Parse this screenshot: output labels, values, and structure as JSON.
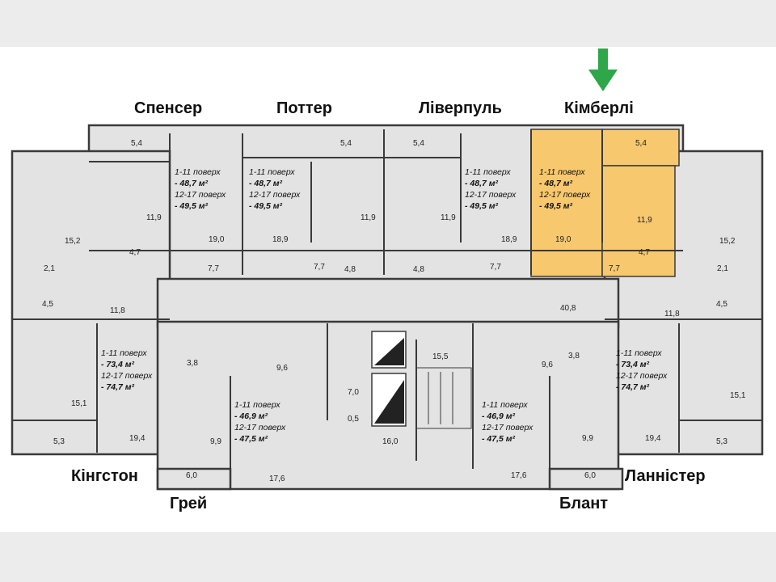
{
  "colors": {
    "highlight": "#f7c86e",
    "arrow": "#2ea64a",
    "wall": "#3a3a3a",
    "floor": "#e3e3e3",
    "background": "#ececec"
  },
  "icons": {
    "arrow": "down-arrow-icon"
  },
  "apartments": {
    "spenser": {
      "name": "Спенсер",
      "floors1": "1-11 поверх",
      "area1": "- 48,7 м²",
      "floors2": "12-17 поверх",
      "area2": "- 49,5 м²"
    },
    "potter": {
      "name": "Поттер",
      "floors1": "1-11 поверх",
      "area1": "- 48,7 м²",
      "floors2": "12-17 поверх",
      "area2": "- 49,5 м²"
    },
    "liverpool": {
      "name": "Ліверпуль",
      "floors1": "1-11 поверх",
      "area1": "- 48,7 м²",
      "floors2": "12-17 поверх",
      "area2": "- 49,5 м²"
    },
    "kimberly": {
      "name": "Кімберлі",
      "floors1": "1-11 поверх",
      "area1": "- 48,7 м²",
      "floors2": "12-17 поверх",
      "area2": "- 49,5 м²"
    },
    "kingston": {
      "name": "Кінгстон",
      "floors1": "1-11 поверх",
      "area1": "- 73,4 м²",
      "floors2": "12-17 поверх",
      "area2": "- 74,7 м²"
    },
    "lannister": {
      "name": "Ланністер",
      "floors1": "1-11 поверх",
      "area1": "- 73,4 м²",
      "floors2": "12-17 поверх",
      "area2": "- 74,7 м²"
    },
    "grey": {
      "name": "Грей",
      "floors1": "1-11 поверх",
      "area1": "- 46,9 м²",
      "floors2": "12-17 поверх",
      "area2": "- 47,5 м²"
    },
    "blunt": {
      "name": "Блант",
      "floors1": "1-11 поверх",
      "area1": "- 46,9 м²",
      "floors2": "12-17 поверх",
      "area2": "- 47,5 м²"
    }
  },
  "rooms": {
    "r1": "5,4",
    "r2": "11,9",
    "r3": "19,0",
    "r4": "4,7",
    "r5": "7,7",
    "r6": "5,4",
    "r7": "11,9",
    "r8": "18,9",
    "r9": "7,7",
    "r10": "4,8",
    "r11": "5,4",
    "r12": "11,9",
    "r13": "18,9",
    "r14": "4,8",
    "r15": "7,7",
    "r16": "5,4",
    "r17": "11,9",
    "r18": "19,0",
    "r19": "4,7",
    "r20": "7,7",
    "r21": "15,2",
    "r22": "2,1",
    "r23": "4,5",
    "r24": "11,8",
    "r25": "15,1",
    "r26": "5,3",
    "r27": "19,4",
    "r28": "15,2",
    "r29": "2,1",
    "r30": "4,5",
    "r31": "11,8",
    "r32": "15,1",
    "r33": "5,3",
    "r34": "19,4",
    "r35": "3,8",
    "r36": "9,6",
    "r37": "9,9",
    "r38": "6,0",
    "r39": "17,6",
    "r40": "3,8",
    "r41": "9,6",
    "r42": "9,9",
    "r43": "6,0",
    "r44": "17,6",
    "r45": "40,8",
    "r46": "15,5",
    "r47": "7,0",
    "r48": "0,5",
    "r49": "16,0"
  }
}
